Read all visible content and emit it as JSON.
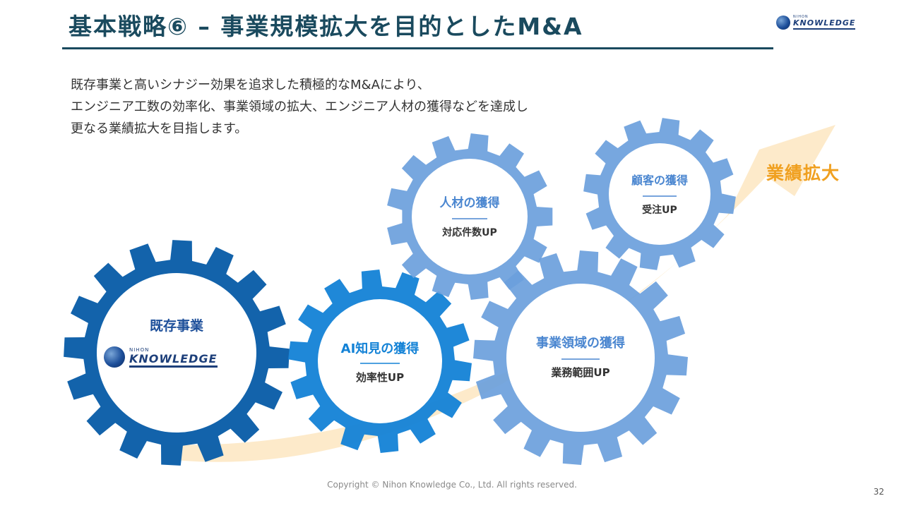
{
  "slide": {
    "title": "基本戦略⑥ – 事業規模拡大を目的としたM&A",
    "intro": [
      "既存事業と高いシナジー効果を追求した積極的なM&Aにより、",
      "エンジニア工数の効率化、事業領域の拡大、エンジニア人材の獲得などを達成し",
      "更なる業績拡大を目指します。"
    ],
    "goal_label": "業績拡大",
    "footer": "Copyright © Nihon Knowledge Co., Ltd. All rights reserved.",
    "page_number": "32"
  },
  "logo": {
    "small": "NIHON",
    "main": "KNOWLEDGE"
  },
  "gears": [
    {
      "id": "existing",
      "title": "既存事業",
      "subtitle": ""
    },
    {
      "id": "ai",
      "title": "AI知見の獲得",
      "subtitle": "効率性UP"
    },
    {
      "id": "talent",
      "title": "人材の獲得",
      "subtitle": "対応件数UP"
    },
    {
      "id": "domain",
      "title": "事業領域の獲得",
      "subtitle": "業務範囲UP"
    },
    {
      "id": "customer",
      "title": "顧客の獲得",
      "subtitle": "受注UP"
    }
  ],
  "colors": {
    "title": "#1a4a5e",
    "gear_dark": "#0b5ea8",
    "gear_mid": "#1382d6",
    "gear_light": "#6b9fdc",
    "gear_text_light": "#4a86d0",
    "arrow": "#fde8c4",
    "goal": "#f0a020"
  }
}
